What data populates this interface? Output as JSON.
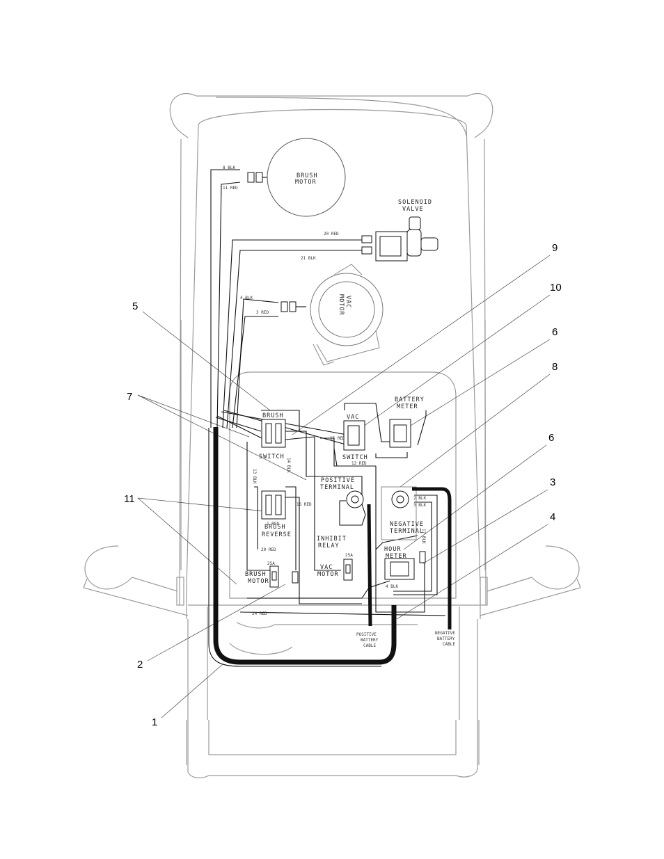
{
  "callouts": {
    "c1": "1",
    "c2": "2",
    "c3": "3",
    "c4": "4",
    "c5": "5",
    "c6a": "6",
    "c6b": "6",
    "c7": "7",
    "c8": "8",
    "c9": "9",
    "c10": "10",
    "c11": "11"
  },
  "components": {
    "brush_motor": [
      "BRUSH",
      "MOTOR"
    ],
    "solenoid_valve": [
      "SOLENOID",
      "VALVE"
    ],
    "vac_motor_top": [
      "VAC",
      "MOTOR"
    ],
    "brush_switch": [
      "BRUSH",
      "SWITCH"
    ],
    "vac_switch": [
      "VAC",
      "SWITCH"
    ],
    "battery_meter": [
      "BATTERY",
      "METER"
    ],
    "positive_terminal": [
      "POSITIVE",
      "TERMINAL"
    ],
    "negative_terminal": [
      "NEGATIVE",
      "TERMINAL"
    ],
    "brush_reverse": [
      "BRUSH",
      "REVERSE"
    ],
    "inhibit_relay": [
      "INHIBIT",
      "RELAY"
    ],
    "hour_meter": [
      "HOUR",
      "METER"
    ],
    "brush_motor_breaker": [
      "BRUSH",
      "MOTOR"
    ],
    "vac_motor_breaker": [
      "VAC",
      "MOTOR"
    ],
    "breaker_rating_a": "25A",
    "breaker_rating_b": "25A",
    "positive_cable": [
      "POSITIVE",
      "BATTERY",
      "CABLE"
    ],
    "negative_cable": [
      "NEGATIVE",
      "BATTERY",
      "CABLE"
    ]
  },
  "wire_labels": {
    "w1": "8 BLK",
    "w2": "11 RED",
    "w3": "20 RED",
    "w4": "21 BLK",
    "w5": "4 BLK",
    "w6": "3 RED",
    "w7": "12 RED",
    "w8": "13 BLK",
    "w9": "14 BLK",
    "w10": "15 RED",
    "w11": "16 RED",
    "w12": "17 BLK",
    "w13": "20 RED",
    "w14": "1 RED",
    "w15": "2 BLK",
    "w16": "3 BLK",
    "w17": "24 RED",
    "w18": "4 BLK"
  }
}
